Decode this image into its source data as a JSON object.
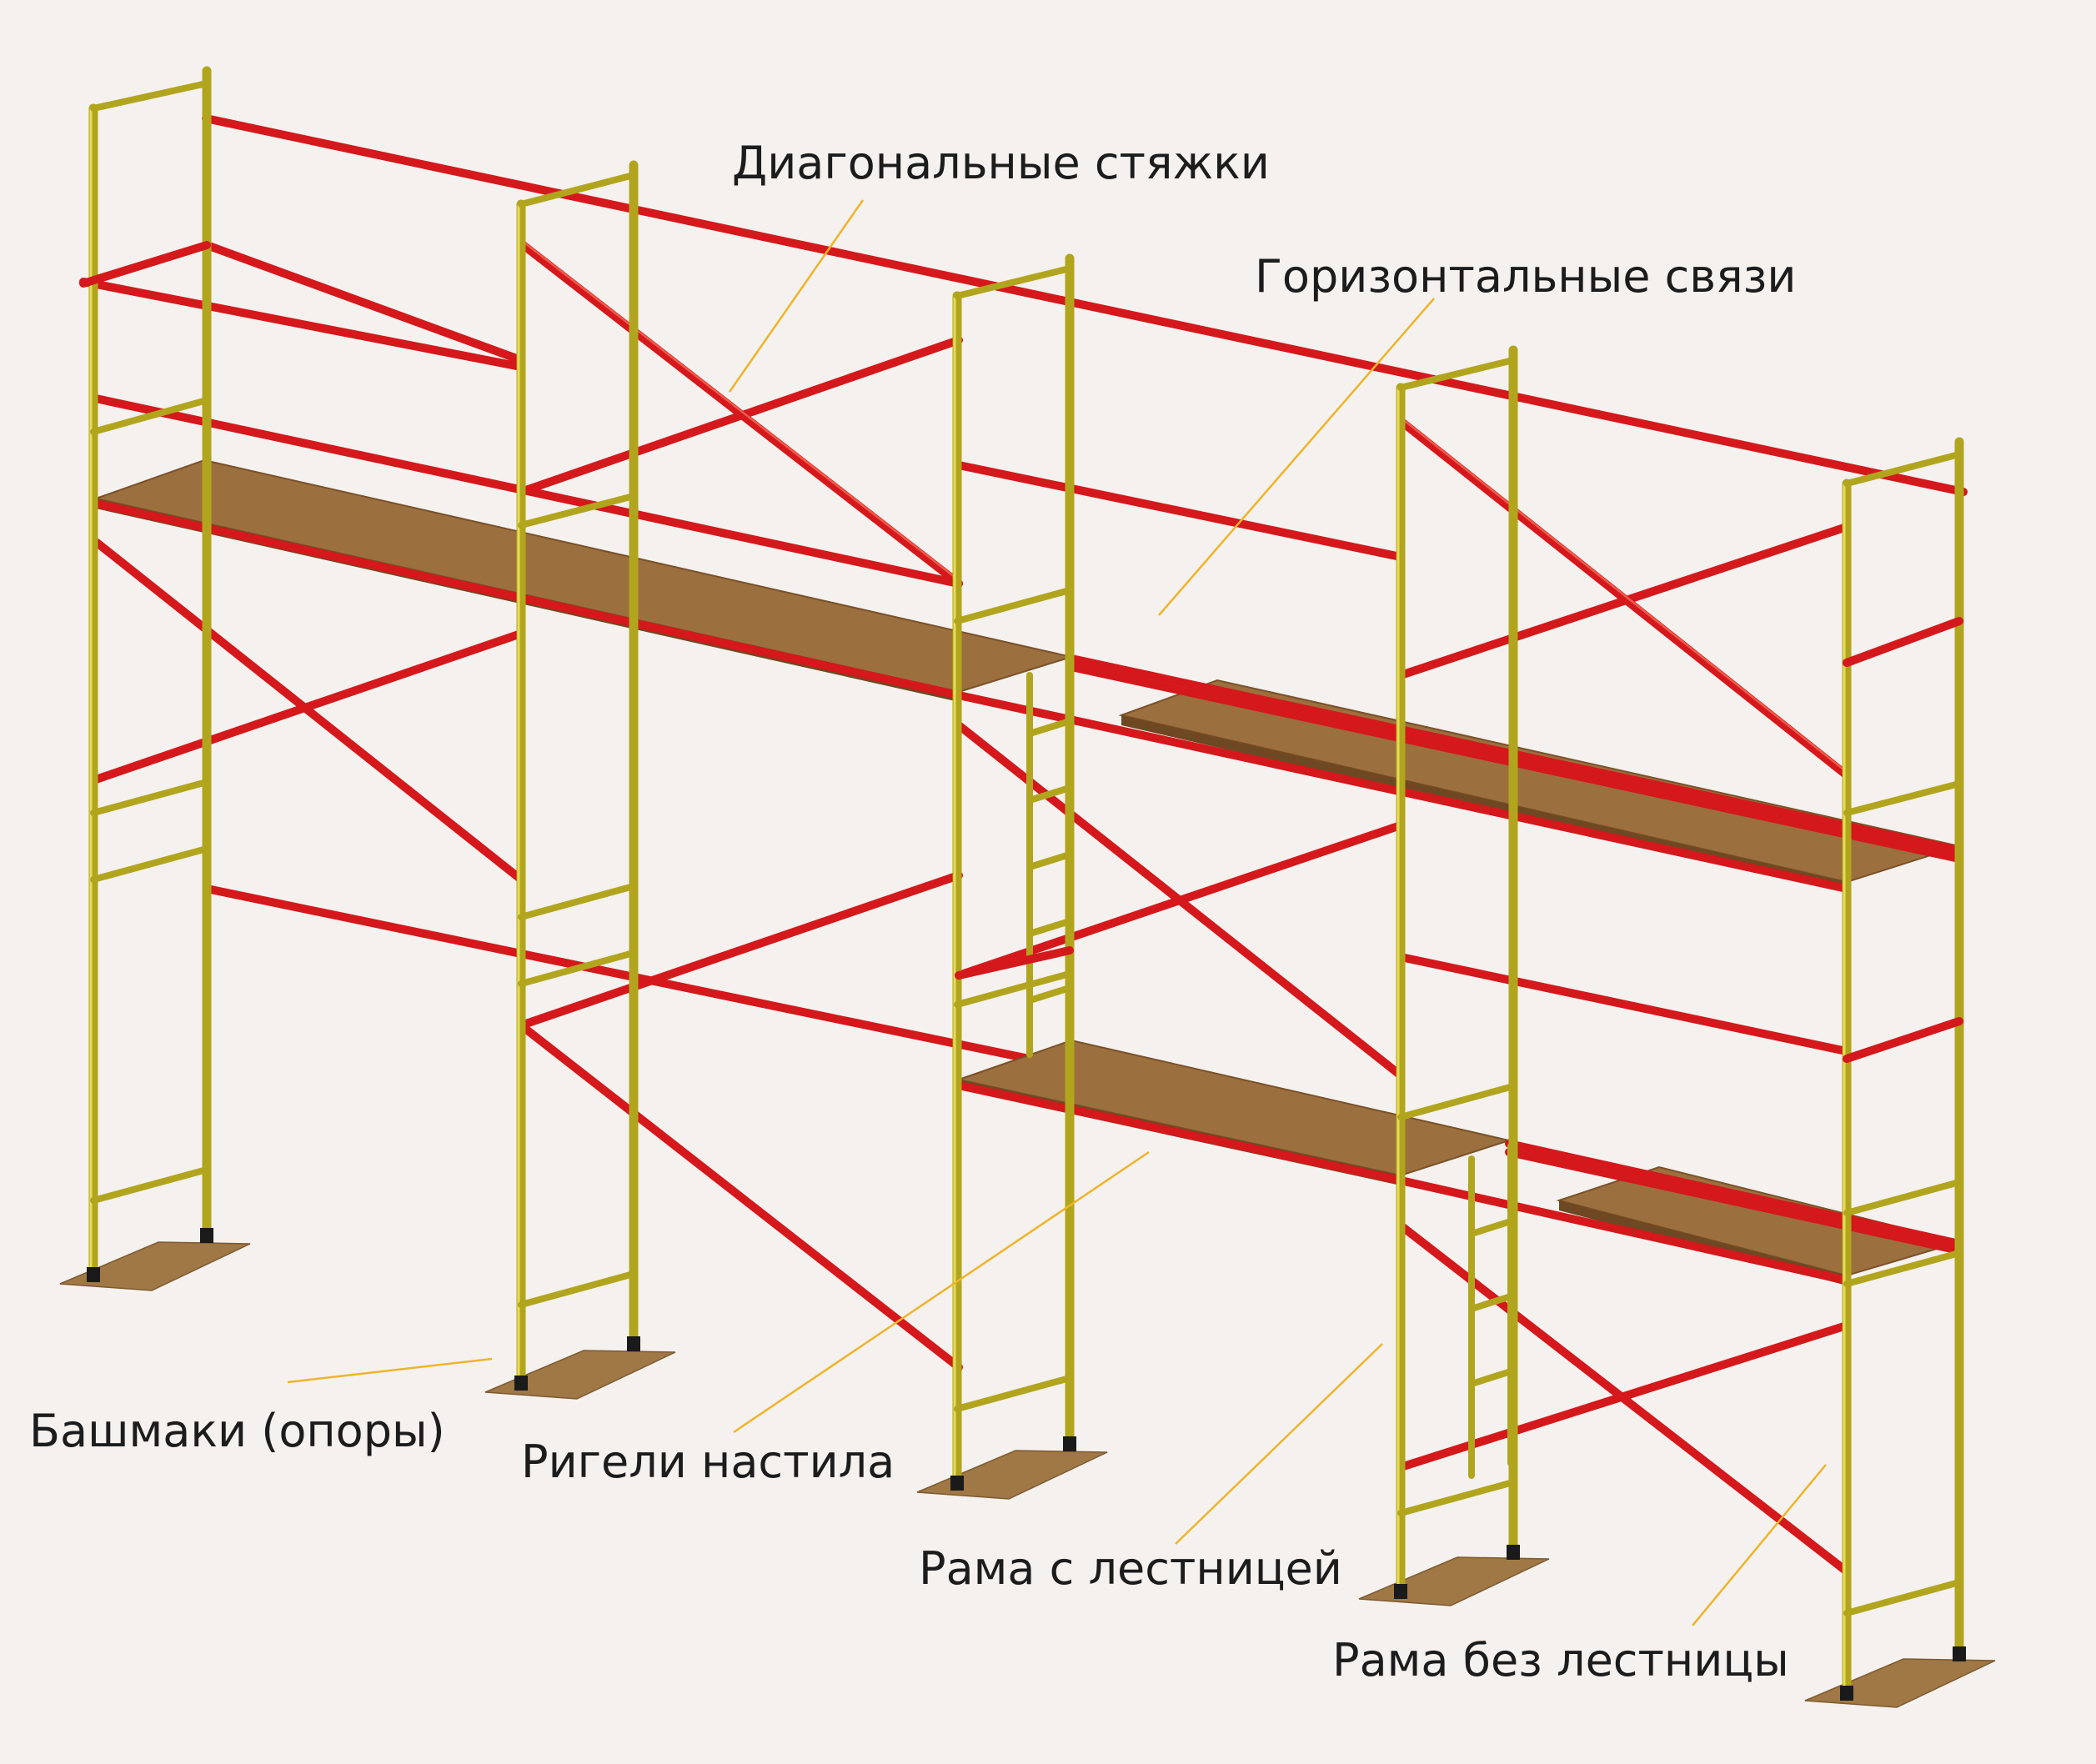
{
  "labels": {
    "diagonal_braces": "Диагональные стяжки",
    "horizontal_ties": "Горизонтальные связи",
    "base_shoes": "Башмаки (опоры)",
    "deck_ledgers": "Ригели настила",
    "frame_with_ladder": "Рама с лестницей",
    "frame_without_ladder": "Рама без лестницы"
  },
  "colors": {
    "background": "#f5f1ef",
    "frame": "#b2a51e",
    "brace": "#d4181c",
    "deck": "#9c6f3f",
    "leader": "#f0b429"
  }
}
